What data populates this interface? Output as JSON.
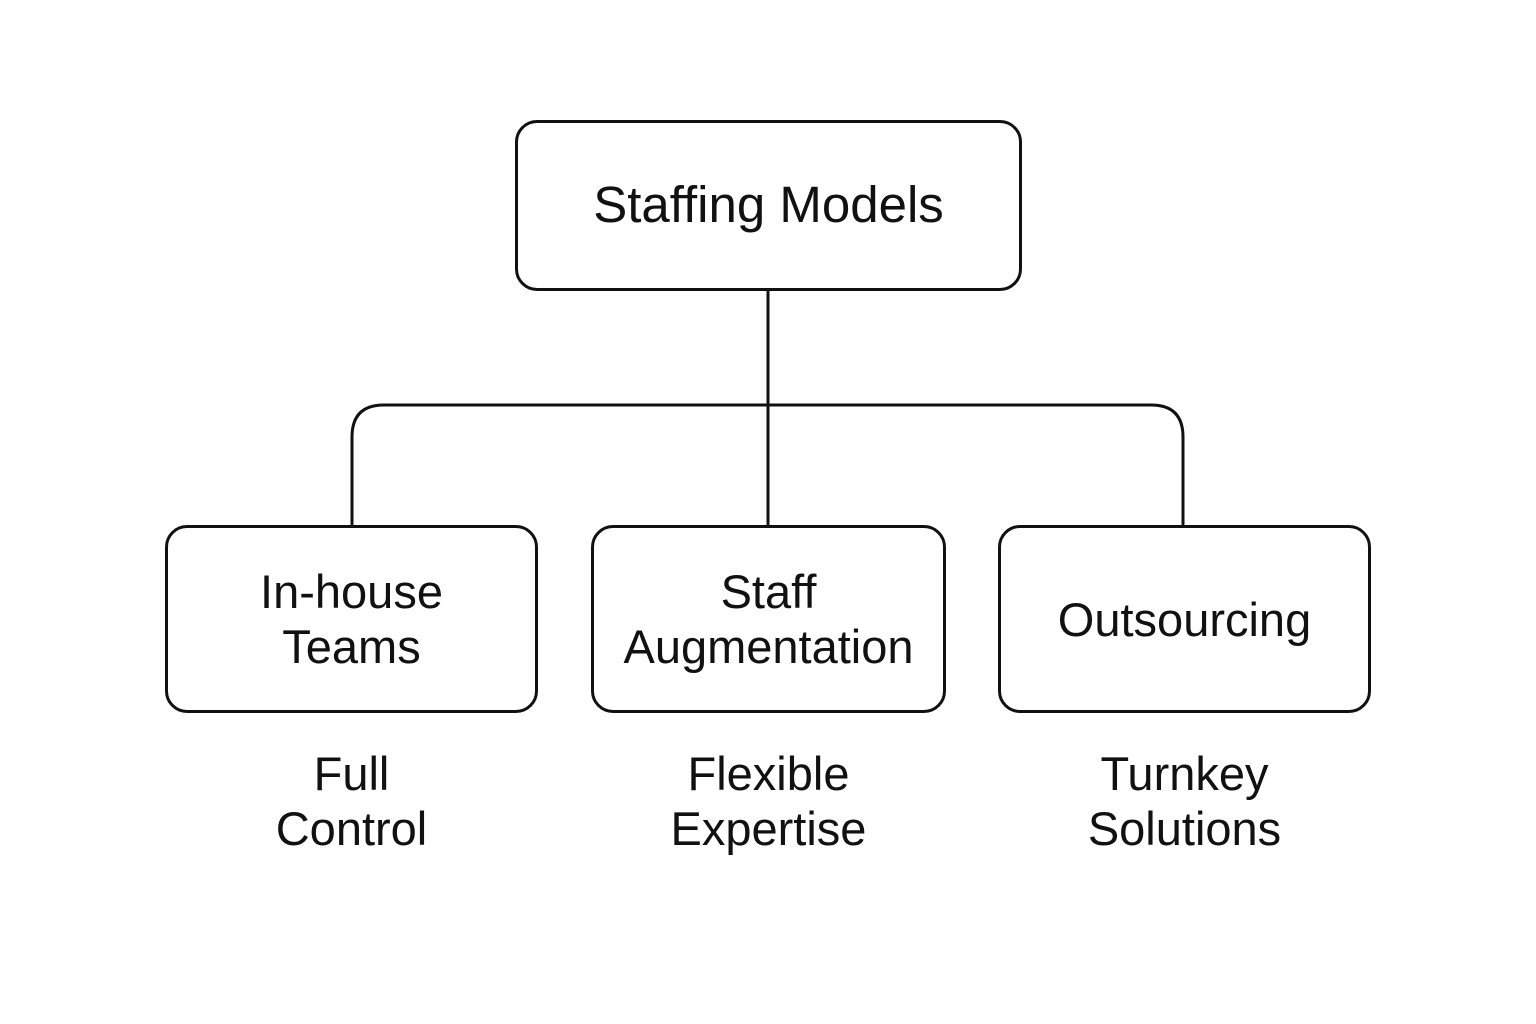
{
  "diagram": {
    "root": {
      "label": "Staffing Models"
    },
    "children": [
      {
        "label_lines": [
          "In-house",
          "Teams"
        ],
        "caption_lines": [
          "Full",
          "Control"
        ]
      },
      {
        "label_lines": [
          "Staff",
          "Augmentation"
        ],
        "caption_lines": [
          "Flexible",
          "Expertise"
        ]
      },
      {
        "label_lines": [
          "Outsourcing"
        ],
        "caption_lines": [
          "Turnkey",
          "Solutions"
        ]
      }
    ],
    "colors": {
      "stroke": "#111111",
      "text": "#111111",
      "background": "#ffffff"
    }
  }
}
